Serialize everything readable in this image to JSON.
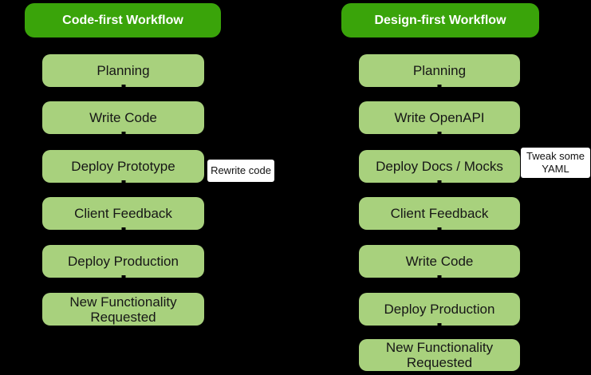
{
  "canvas": {
    "background": "#000000"
  },
  "colors": {
    "header_green": "#3aa40a",
    "step_green": "#a8d17d",
    "annotation_bg": "#ffffff",
    "header_text": "#ffffff",
    "step_text": "#161616"
  },
  "columns": [
    {
      "title": "Code-first Workflow",
      "steps": [
        "Planning",
        "Write Code",
        "Deploy Prototype",
        "Client Feedback",
        "Deploy Production",
        "New Functionality Requested"
      ],
      "annotation": "Rewrite code"
    },
    {
      "title": "Design-first Workflow",
      "steps": [
        "Planning",
        "Write OpenAPI",
        "Deploy Docs / Mocks",
        "Client Feedback",
        "Write Code",
        "Deploy Production",
        "New Functionality Requested"
      ],
      "annotation": "Tweak some YAML"
    }
  ]
}
